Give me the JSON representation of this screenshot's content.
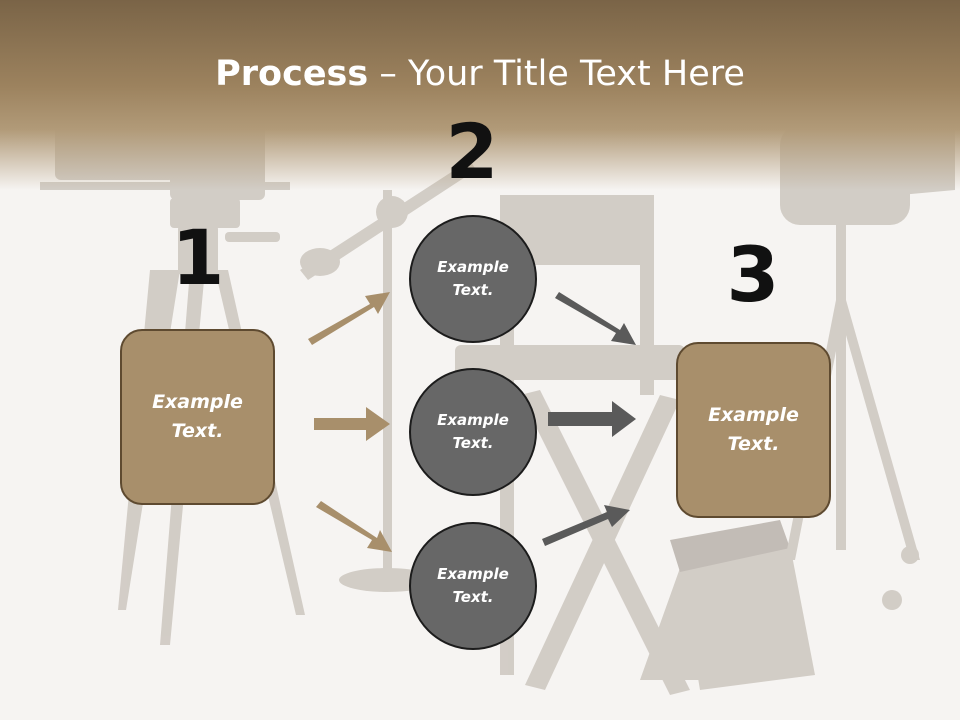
{
  "title": {
    "bold": "Process",
    "separator": " – ",
    "rest": "Your Title Text Here"
  },
  "steps": [
    {
      "number": "1",
      "text": [
        "Example",
        "Text."
      ]
    },
    {
      "number": "2",
      "circles": [
        {
          "text": [
            "Example",
            "Text."
          ]
        },
        {
          "text": [
            "Example",
            "Text."
          ]
        },
        {
          "text": [
            "Example",
            "Text."
          ]
        }
      ]
    },
    {
      "number": "3",
      "text": [
        "Example",
        "Text."
      ]
    }
  ],
  "colors": {
    "header": "#9c825e",
    "box_fill": "#a88f6b",
    "box_border": "#5e4a30",
    "circle_fill": "#676767",
    "circle_border": "#1c1c1c",
    "arrow_tan": "#a88f6b",
    "arrow_gray": "#5a5a5a"
  }
}
